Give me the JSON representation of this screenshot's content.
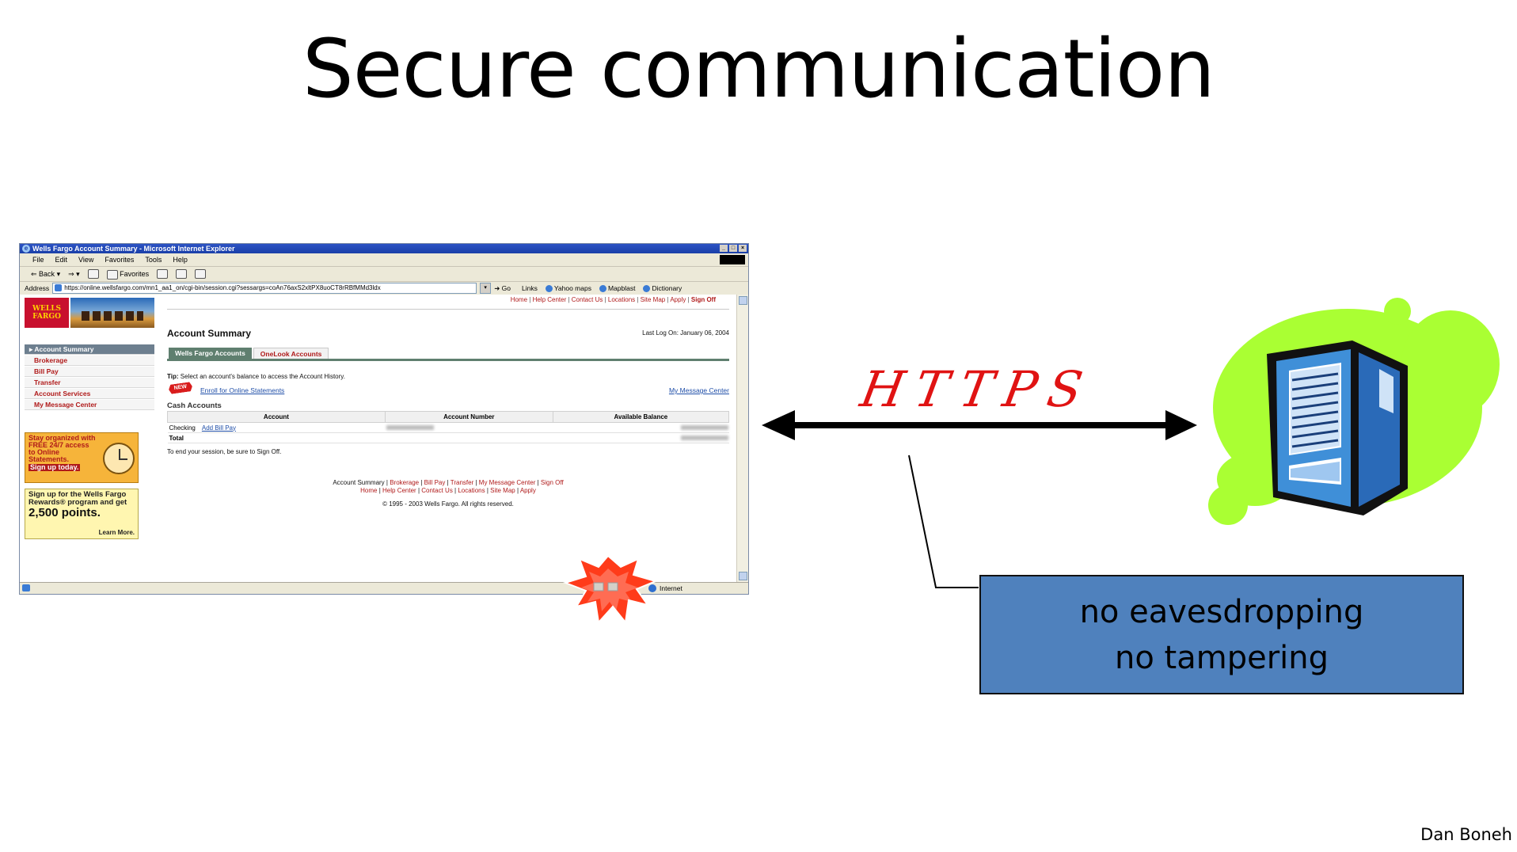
{
  "slide": {
    "title": "Secure communication",
    "author": "Dan Boneh"
  },
  "browser": {
    "window_title": "Wells Fargo Account Summary - Microsoft Internet Explorer",
    "menu": [
      "File",
      "Edit",
      "View",
      "Favorites",
      "Tools",
      "Help"
    ],
    "toolbar": {
      "back": "Back",
      "favorites": "Favorites"
    },
    "address_label": "Address",
    "address_url": "https://online.wellsfargo.com/mn1_aa1_on/cgi-bin/session.cgi?sessargs=coAn76axS2xltPX8uoCT8rRBfMMd3ldx",
    "go_label": "Go",
    "links_label": "Links",
    "links": [
      "Yahoo maps",
      "Mapblast",
      "Dictionary"
    ],
    "status_zone": "Internet"
  },
  "site": {
    "logo_text": "WELLS FARGO",
    "top_links": [
      "Home",
      "Help Center",
      "Contact Us",
      "Locations",
      "Site Map",
      "Apply"
    ],
    "top_signoff": "Sign Off",
    "sidenav": [
      "Account Summary",
      "Brokerage",
      "Bill Pay",
      "Transfer",
      "Account Services",
      "My Message Center"
    ],
    "promo1": {
      "text": "Stay organized with FREE 24/7 access to Online Statements.",
      "cta": "Sign up today."
    },
    "promo2": {
      "text": "Sign up for the Wells Fargo Rewards® program and get",
      "points": "2,500 points.",
      "learn": "Learn More."
    },
    "heading": "Account Summary",
    "last_logon": "Last Log On: January 06, 2004",
    "tabs": [
      "Wells Fargo Accounts",
      "OneLook Accounts"
    ],
    "tip_label": "Tip:",
    "tip_text": "Select an account's balance to access the Account History.",
    "new_badge": "NEW",
    "enroll_link": "Enroll for Online Statements",
    "message_center_link": "My Message Center",
    "cash_title": "Cash Accounts",
    "table_headers": [
      "Account",
      "Account Number",
      "Available Balance"
    ],
    "row_checking": "Checking",
    "row_checking_link": "Add Bill Pay",
    "row_total": "Total",
    "signoff_note": "To end your session, be sure to Sign Off.",
    "footer_line1_first": "Account Summary",
    "footer_line1": [
      "Brokerage",
      "Bill Pay",
      "Transfer",
      "My Message Center",
      "Sign Off"
    ],
    "footer_line2": [
      "Home",
      "Help Center",
      "Contact Us",
      "Locations",
      "Site Map",
      "Apply"
    ],
    "copyright": "© 1995 - 2003 Wells Fargo. All rights reserved."
  },
  "diagram": {
    "protocol_label": "HTTPS",
    "callout_lines": [
      "no eavesdropping",
      "no tampering"
    ],
    "colors": {
      "protocol_label": "#e01313",
      "callout_box": "#4f81bd",
      "blob": "#aaff33",
      "server": "#3f8fd8",
      "starburst": "#ff3b1a"
    }
  }
}
